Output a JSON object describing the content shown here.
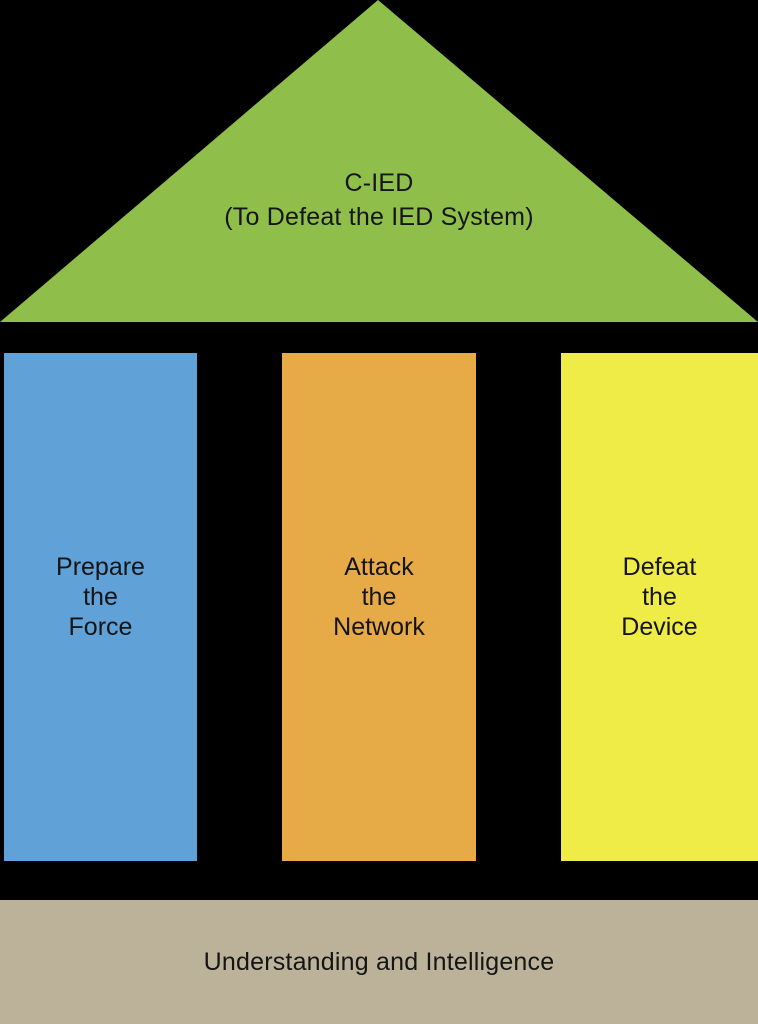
{
  "diagram": {
    "background_color": "#000000",
    "text_color": "#151515",
    "roof": {
      "title": "C-IED",
      "subtitle": "(To Defeat the IED System)",
      "color": "#8FBE4A"
    },
    "pillars": [
      {
        "name": "prepare-the-force",
        "color": "#60A1D7",
        "lines": [
          "Prepare",
          "the",
          "Force"
        ]
      },
      {
        "name": "attack-the-network",
        "color": "#E6AA47",
        "lines": [
          "Attack",
          "the",
          "Network"
        ]
      },
      {
        "name": "defeat-the-device",
        "color": "#EFEB47",
        "lines": [
          "Defeat",
          "the",
          "Device"
        ]
      }
    ],
    "foundation": {
      "label": "Understanding and Intelligence",
      "color": "#BCB29A"
    }
  }
}
